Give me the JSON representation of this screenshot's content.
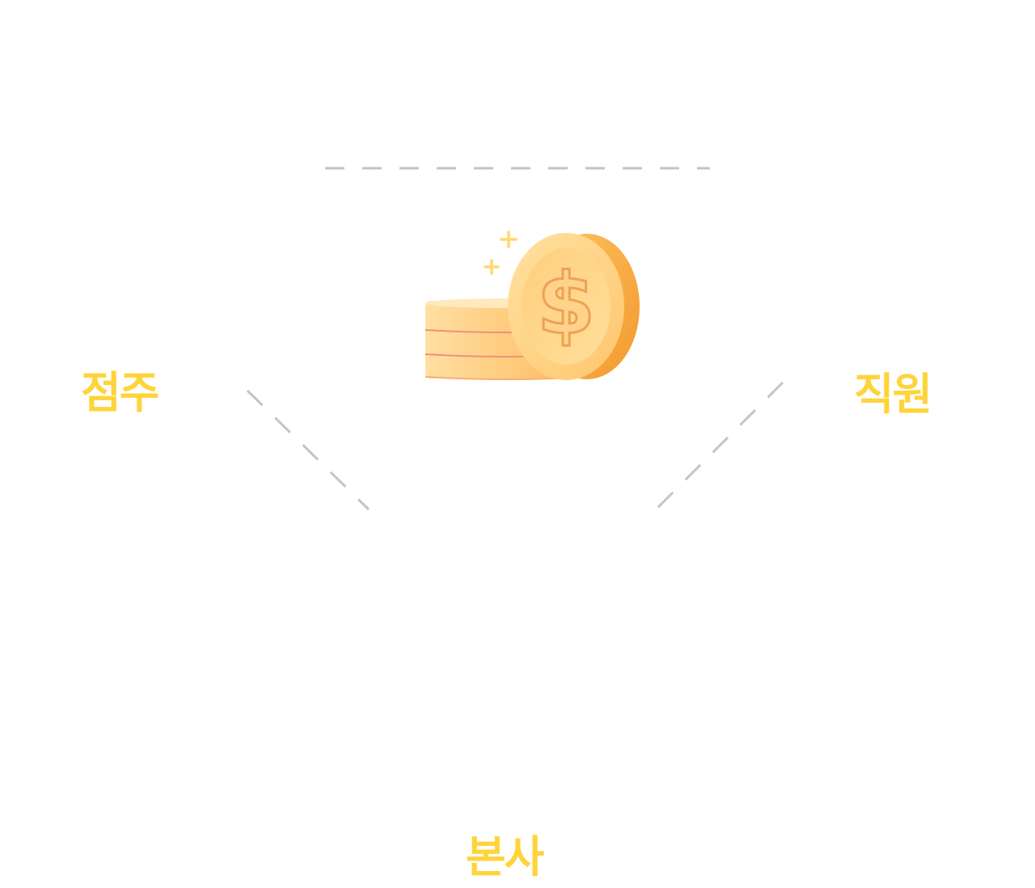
{
  "nodes": {
    "owner": {
      "label": "점주"
    },
    "staff": {
      "label": "직원"
    },
    "headquarters": {
      "label": "본사"
    }
  },
  "center_icon": "coin-stack-dollar-icon",
  "colors": {
    "label": "#ffd43b",
    "connector": "#c4c4c4",
    "coin_light": "#ffd98a",
    "coin_mid": "#ffc36b",
    "coin_dark": "#f5a33a",
    "coin_stripe": "#f39c84",
    "sparkle": "#ffd86e"
  }
}
